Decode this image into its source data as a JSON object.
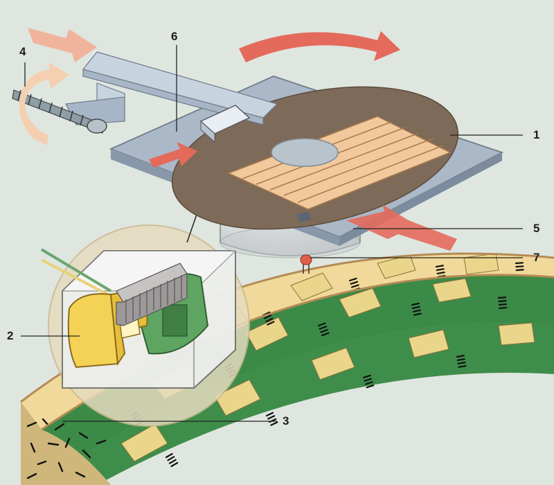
{
  "diagram": {
    "callouts": [
      {
        "id": "c1",
        "label": "1"
      },
      {
        "id": "c2",
        "label": "2"
      },
      {
        "id": "c3",
        "label": "3"
      },
      {
        "id": "c4",
        "label": "4"
      },
      {
        "id": "c5",
        "label": "5"
      },
      {
        "id": "c6",
        "label": "6"
      },
      {
        "id": "c7",
        "label": "7"
      }
    ],
    "colors": {
      "background": "#dfe6e0",
      "arrow_pink": "#f0a08e",
      "arrow_red": "#e46a5c",
      "arrow_peach": "#f4cfb0",
      "disk_plate": "#aab8c8",
      "disk_window": "#f1c99c",
      "disk_track": "#7e6a58",
      "head_yellow": "#f4d255",
      "head_coil": "#a9a6a6",
      "head_core_green": "#5ea562",
      "band_beige": "#cdbd8a",
      "band_green": "#3f8a48",
      "band_yellow": "#ead68a",
      "band_border": "#c79a66",
      "led_red": "#e05e48"
    }
  }
}
